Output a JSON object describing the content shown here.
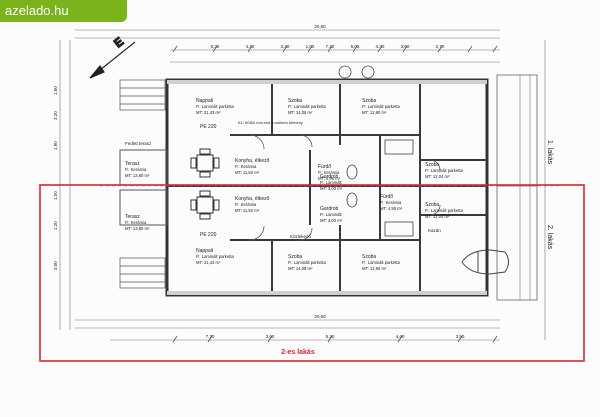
{
  "watermark": "azelado.hu",
  "highlight_label": "2-es lakás",
  "colors": {
    "highlight": "#d6272d",
    "wall": "#333333",
    "line": "#555555",
    "logo_bg": "#7bb31c"
  },
  "north_icon": "north-arrow-icon",
  "top_dims": [
    "20,60",
    "6,30",
    "4,40",
    "3,40",
    "1,00",
    "7,20",
    "5,05",
    "4,30",
    "3,60",
    "2,70"
  ],
  "bottom_dims": [
    "20,60",
    "7,70",
    "3,60",
    "5,20",
    "4,40",
    "3,50"
  ],
  "side_dims": [
    "1,60",
    "3,20",
    "1,90",
    "1,50",
    "1,20",
    "3,00"
  ],
  "rooms_top": [
    {
      "name": "Nappali",
      "floor": "P.: Laminált parketta",
      "mt": "MT: 31,43 m²"
    },
    {
      "name": "Szoba",
      "floor": "P.: Laminált parketta",
      "mt": "MT: 14,08 m²"
    },
    {
      "name": "Szoba",
      "floor": "P.: Laminált parketta",
      "mt": "MT: 12,60 m²"
    },
    {
      "name": "Konyha, étkező",
      "floor": "P.: Kerámia",
      "mt": "MT: 11,82 m²"
    },
    {
      "name": "Fürdő",
      "floor": "P.: Kerámia",
      "mt": "MT: 4,90 m²"
    },
    {
      "name": "Gardrob",
      "floor": "P.: Laminált",
      "mt": "MT: 3,00 m²"
    },
    {
      "name": "Terasz",
      "floor": "P.: Kerámia",
      "mt": "MT: 13,60 m²"
    },
    {
      "name": "Szoba",
      "floor": "P.: Laminált parketta",
      "mt": "MT: 12,04 m²"
    }
  ],
  "rooms_bottom": [
    {
      "name": "Nappali",
      "floor": "P.: Laminált parketta",
      "mt": "MT: 31,43 m²"
    },
    {
      "name": "Szoba",
      "floor": "P.: Laminált parketta",
      "mt": "MT: 14,08 m²"
    },
    {
      "name": "Szoba",
      "floor": "P.: Laminált parketta",
      "mt": "MT: 12,60 m²"
    },
    {
      "name": "Konyha, étkező",
      "floor": "P.: Kerámia",
      "mt": "MT: 11,82 m²"
    },
    {
      "name": "Fürdő",
      "floor": "P.: Kerámia",
      "mt": "MT: 4,90 m²"
    },
    {
      "name": "Gardrob",
      "floor": "P.: Laminált",
      "mt": "MT: 3,00 m²"
    },
    {
      "name": "Terasz",
      "floor": "P.: Kerámia",
      "mt": "MT: 13,60 m²"
    },
    {
      "name": "Szoba",
      "floor": "P.: Laminált parketta",
      "mt": "MT: 12,04 m²"
    }
  ],
  "notes": [
    "PE 220 ",
    "PE 220",
    "K1: 60/60 mm cső a mûleen kémény",
    "Fedett terasz",
    "Közlekedő",
    "Kazán"
  ],
  "unit_labels": [
    "1. lakás",
    "2. lakás"
  ]
}
